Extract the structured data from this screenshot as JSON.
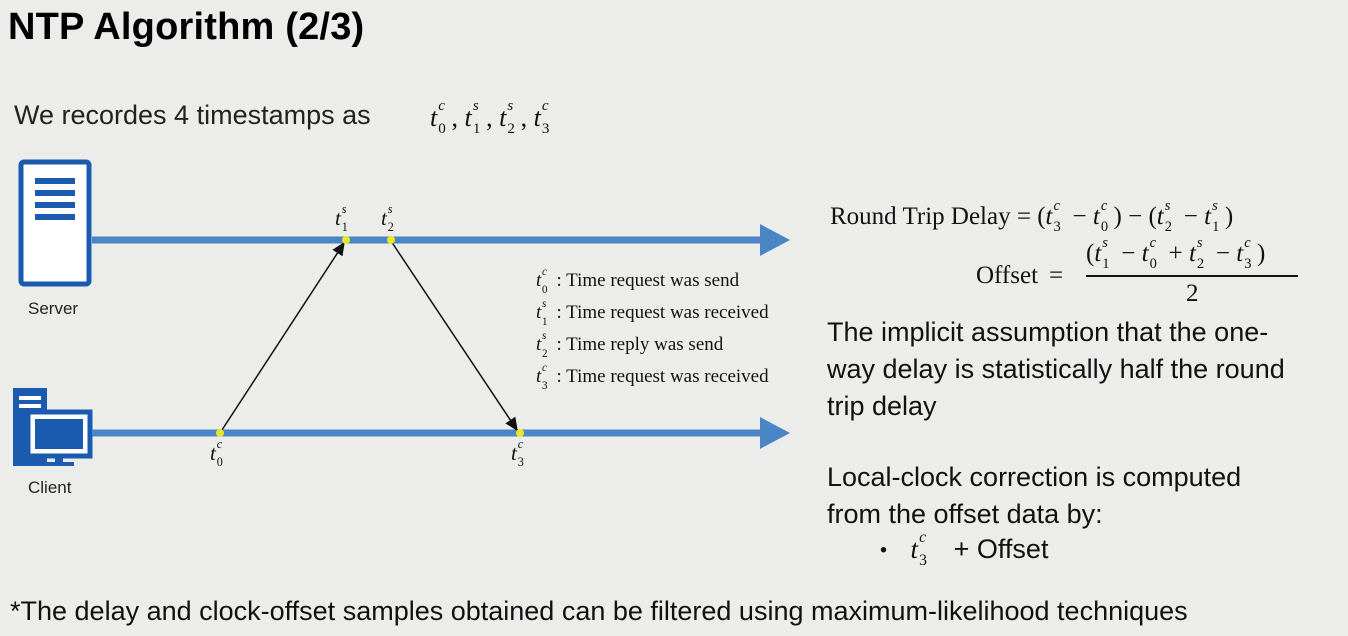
{
  "title": "NTP Algorithm (2/3)",
  "intro": {
    "text": "We recordes 4 timestamps as",
    "formula": "t_0^c, t_1^s, t_2^s, t_3^c"
  },
  "diagram": {
    "server_label": "Server",
    "client_label": "Client",
    "timestamps": {
      "t0c": "t₀ᶜ",
      "t1s": "t₁ˢ",
      "t2s": "t₂ˢ",
      "t3c": "t₃ᶜ"
    },
    "colors": {
      "timeline": "#4a86c5",
      "icon": "#1a5bb0",
      "dot": "#e6e62a",
      "arrow": "#111111"
    },
    "legend": [
      {
        "var": "t",
        "sub": "0",
        "sup": "c",
        "text": ": Time request was send"
      },
      {
        "var": "t",
        "sub": "1",
        "sup": "s",
        "text": ": Time request was received"
      },
      {
        "var": "t",
        "sub": "2",
        "sup": "s",
        "text": ": Time reply was send"
      },
      {
        "var": "t",
        "sub": "3",
        "sup": "c",
        "text": ": Time request was received"
      }
    ]
  },
  "equations": {
    "round_trip_label": "Round Trip Delay",
    "offset_label": "Offset",
    "offset_denominator": "2"
  },
  "explanation": {
    "assumption_line1": "The implicit assumption that the one-",
    "assumption_line2": "way delay is statistically half the round",
    "assumption_line3": "trip delay",
    "correction_line1": "Local-clock correction is computed",
    "correction_line2": "from the offset data by:",
    "bullet_suffix": "+ Offset"
  },
  "footnote": "*The delay and clock-offset samples obtained can be filtered using maximum-likelihood techniques"
}
